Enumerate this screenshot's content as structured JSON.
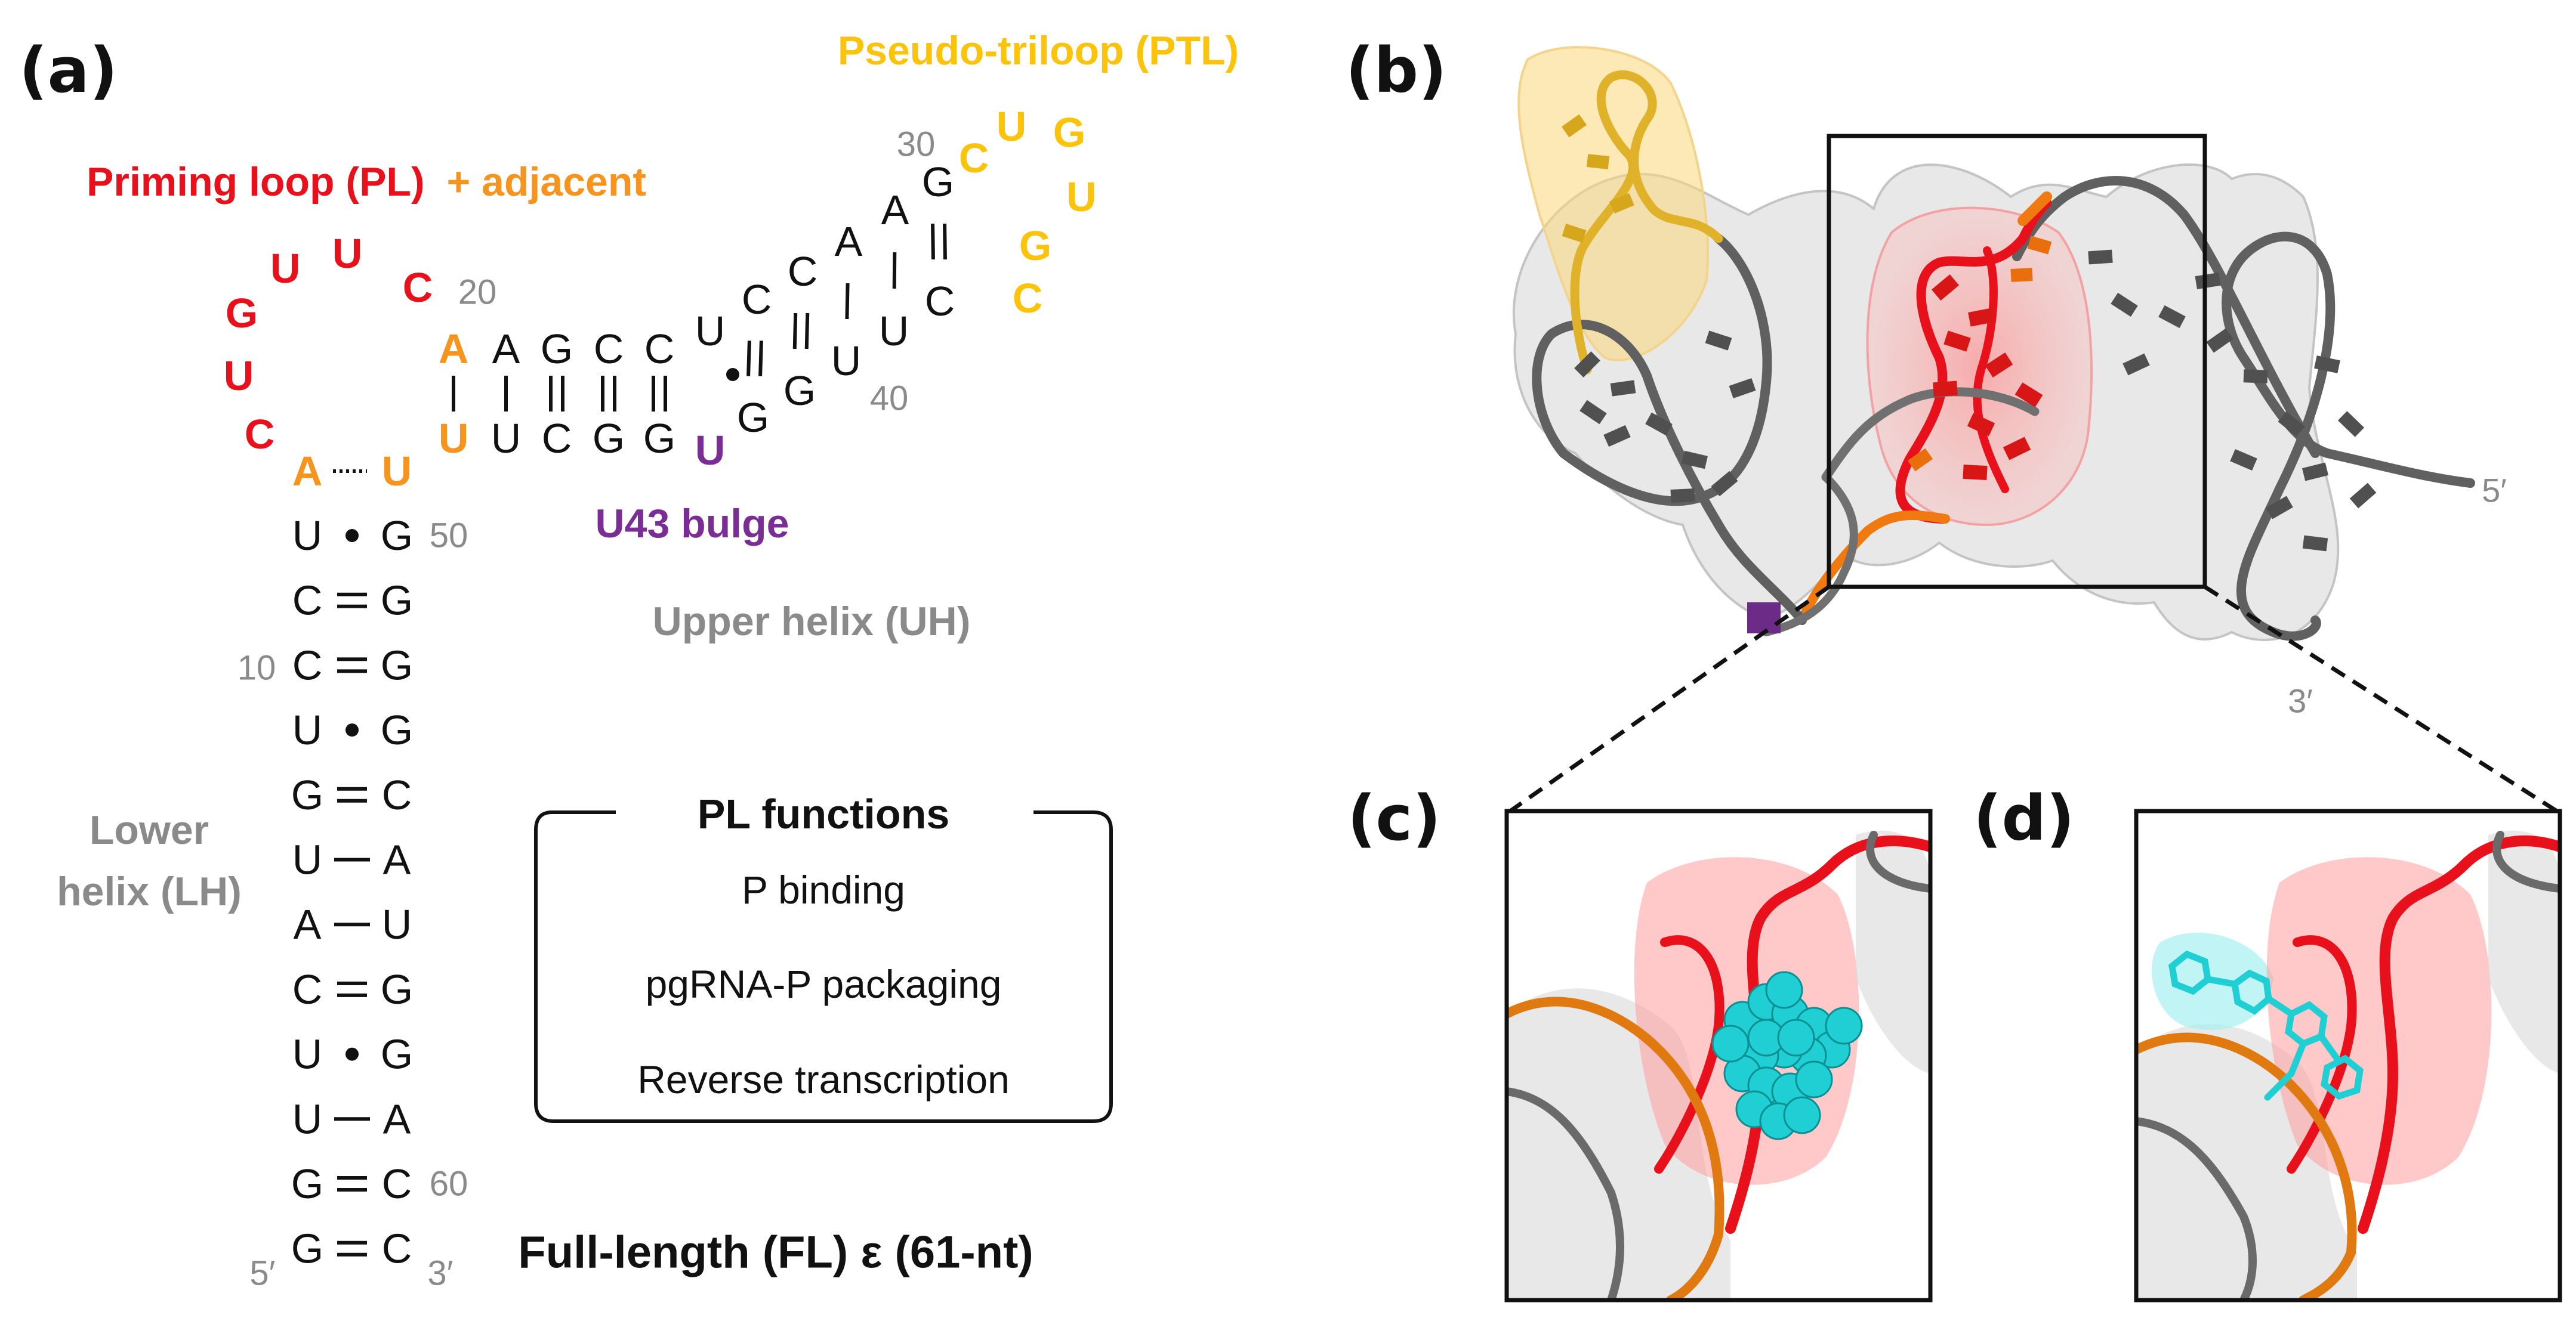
{
  "colors": {
    "black": "#111111",
    "red": "#e8101b",
    "orange": "#f7941d",
    "yellow": "#fcc30b",
    "purple": "#7a2e95",
    "gray": "#8a8a8a",
    "cyan": "#1fcfd3"
  },
  "panel_a": {
    "panel_label": "(a)",
    "labels": {
      "ptl": "Pseudo-triloop (PTL)",
      "pl_part1": "Priming loop (PL)",
      "pl_part2": "+ adjacent",
      "u43": "U43 bulge",
      "uh": "Upper helix (UH)",
      "lh_line1": "Lower",
      "lh_line2": "helix (LH)",
      "fl": "Full-length (FL) ε (61-nt)"
    },
    "numbers": {
      "n20": "20",
      "n30": "30",
      "n40": "40",
      "n50": "50",
      "n10": "10",
      "n60": "60",
      "five_prime": "5′",
      "three_prime": "3′"
    },
    "lower_helix": [
      {
        "l": "U",
        "bond": "wobble",
        "r": "G"
      },
      {
        "l": "C",
        "bond": "double",
        "r": "G"
      },
      {
        "l": "C",
        "bond": "double",
        "r": "G"
      },
      {
        "l": "U",
        "bond": "wobble",
        "r": "G"
      },
      {
        "l": "G",
        "bond": "double",
        "r": "C"
      },
      {
        "l": "U",
        "bond": "single",
        "r": "A"
      },
      {
        "l": "A",
        "bond": "single",
        "r": "U"
      },
      {
        "l": "C",
        "bond": "double",
        "r": "G"
      },
      {
        "l": "U",
        "bond": "wobble",
        "r": "G"
      },
      {
        "l": "U",
        "bond": "single",
        "r": "A"
      },
      {
        "l": "G",
        "bond": "double",
        "r": "C"
      },
      {
        "l": "G",
        "bond": "double",
        "r": "C"
      }
    ],
    "closing_pair": {
      "l": "A",
      "r": "U"
    },
    "priming_loop": [
      "C",
      "U",
      "G",
      "U",
      "U",
      "C"
    ],
    "upper_top": [
      "A",
      "A",
      "G",
      "C",
      "C",
      "U"
    ],
    "upper_bottom": [
      "U",
      "U",
      "C",
      "G",
      "G",
      "U"
    ],
    "upper_diag_top": [
      "C",
      "C",
      "A",
      "A",
      "G"
    ],
    "upper_diag_bottom": [
      "G",
      "G",
      "U",
      "U",
      "C"
    ],
    "ptl_loop": [
      "C",
      "U",
      "G",
      "U",
      "G",
      "C"
    ],
    "pl_box": {
      "title": "PL functions",
      "items": [
        "P binding",
        "pgRNA-P packaging",
        "Reverse transcription"
      ]
    }
  },
  "panel_b": {
    "panel_label": "(b)",
    "five_prime": "5′",
    "three_prime": "3′"
  },
  "panel_c": {
    "panel_label": "(c)"
  },
  "panel_d": {
    "panel_label": "(d)"
  }
}
